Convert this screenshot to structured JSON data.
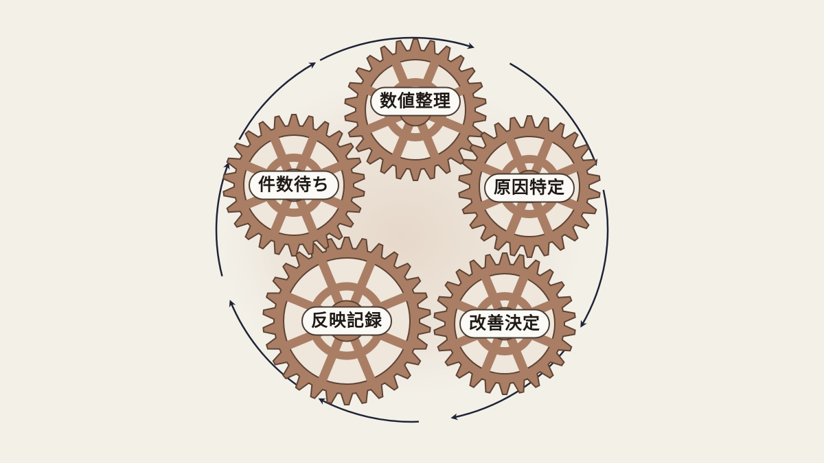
{
  "diagram": {
    "type": "gear-cycle",
    "direction": "clockwise",
    "nodes": [
      {
        "id": "step-1",
        "label": "数値整理"
      },
      {
        "id": "step-2",
        "label": "原因特定"
      },
      {
        "id": "step-3",
        "label": "改善決定"
      },
      {
        "id": "step-4",
        "label": "反映記録"
      },
      {
        "id": "step-5",
        "label": "件数待ち"
      }
    ],
    "edges": [
      {
        "from": "step-1",
        "to": "step-2"
      },
      {
        "from": "step-2",
        "to": "step-3"
      },
      {
        "from": "step-3",
        "to": "step-4"
      },
      {
        "from": "step-4",
        "to": "step-5"
      },
      {
        "from": "step-5",
        "to": "step-1"
      }
    ]
  },
  "colors": {
    "background": "#f3f0e8",
    "gear": "#a97e64",
    "gear_dark": "#5e4334",
    "arrow": "#1f2336",
    "label_bg": "#fbfaf6"
  }
}
